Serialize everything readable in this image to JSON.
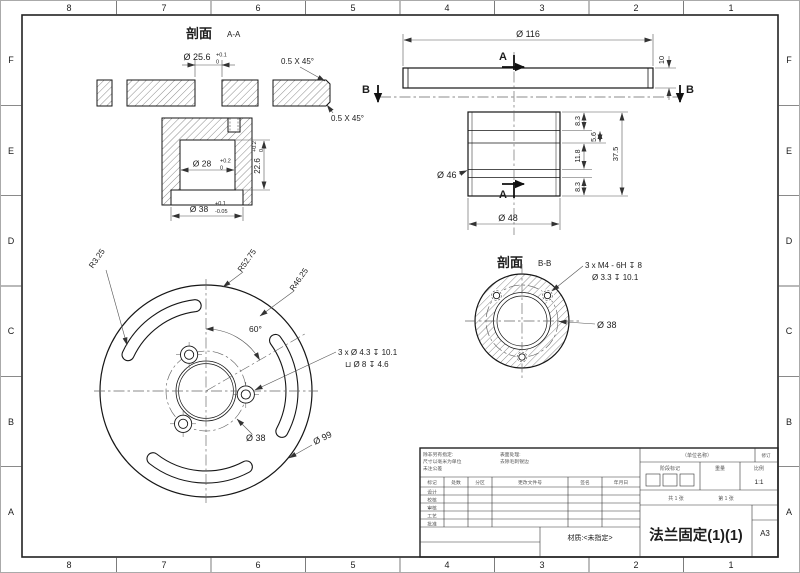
{
  "frame": {
    "cols": [
      "8",
      "7",
      "6",
      "5",
      "4",
      "3",
      "2",
      "1"
    ],
    "rows": [
      "F",
      "E",
      "D",
      "C",
      "B",
      "A"
    ]
  },
  "marks": {
    "a": "A",
    "b": "B"
  },
  "views": {
    "sectionAA": {
      "label": "剖面",
      "ref": "A-A"
    },
    "sectionBB": {
      "label": "剖面",
      "ref": "B-B"
    }
  },
  "dims": {
    "flange_bore": "Ø 25.6",
    "flange_bore_tol_u": "+0.1",
    "flange_bore_tol_l": "0",
    "chamfer_top": "0.5 X 45°",
    "chamfer_bottom": "0.5 X 45°",
    "hub_bore": "Ø 28",
    "hub_bore_tol_u": "+0.2",
    "hub_bore_tol_l": "0",
    "hub_depth": "22.6",
    "hub_depth_tol_u": "+0.2",
    "hub_depth_tol_l": "0",
    "hub_od": "Ø 38",
    "hub_od_tol_u": "+0.1",
    "hub_od_tol_l": "-0.05",
    "plate_od": "Ø 116",
    "plate_thickness": "10",
    "cyl_d46": "Ø 46",
    "cyl_d48": "Ø 48",
    "cyl_8_3_top": "8.3",
    "cyl_5_6": "5.6",
    "cyl_37_5": "37.5",
    "cyl_11_8": "11.8",
    "cyl_8_3_bottom": "8.3",
    "front_r3_25": "R3.25",
    "front_r52_75": "R52.75",
    "front_r46_25": "R46.25",
    "front_angle": "60°",
    "front_bolt_circle": "Ø 38",
    "front_od": "Ø 99",
    "front_note_line1": "3 x Ø 4.3 ↧ 10.1",
    "front_note_line2": "⊔ Ø 8 ↧ 4.6",
    "bb_note_line1": "3 x M4 - 6H ↧ 8",
    "bb_note_line2": "Ø 3.3 ↧ 10.1",
    "bb_bolt_circle": "Ø 38"
  },
  "titleblock": {
    "notes1": [
      "除非另有指定:",
      "尺寸以毫米为单位",
      "未注公差"
    ],
    "notes2": [
      "表面处理:",
      "去除毛刺锐边"
    ],
    "rev_headers": [
      "标记",
      "处数",
      "分区",
      "更改文件号",
      "签名",
      "年月日"
    ],
    "sign_rows": [
      "设计",
      "校核",
      "审核",
      "工艺",
      "批准"
    ],
    "company": "（单位名称）",
    "revision_label": "修订",
    "stage_label": "阶段标记",
    "weight_label": "重量",
    "scale_label": "比例",
    "scale_value": "1:1",
    "sheets_label": "共 1 张",
    "sheet_label": "第 1 张",
    "material": "材质:<未指定>",
    "title": "法兰固定(1)(1)",
    "size": "A3"
  }
}
